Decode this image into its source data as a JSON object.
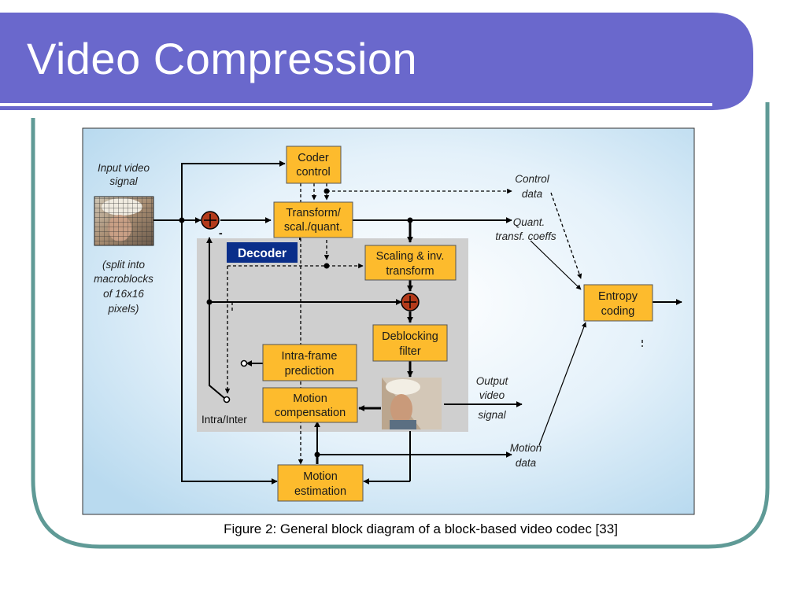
{
  "slide": {
    "title": "Video Compression",
    "caption": "Figure 2: General block diagram of a block-based video codec [33]",
    "colors": {
      "title_bar": "#6a68cc",
      "frame_border": "#5f9a96",
      "block_fill": "#fdbb2d",
      "decoder_label_bg": "#0a2e8a",
      "diagram_bg": "#d6ecf7"
    }
  },
  "diagram": {
    "input_label": [
      "Input video",
      "signal"
    ],
    "split_label": [
      "(split into",
      "macroblocks",
      "of 16x16",
      "pixels)"
    ],
    "decoder_label": "Decoder",
    "minus_sign": "-",
    "intra_inter_label": "Intra/Inter",
    "blocks": {
      "coder_control": [
        "Coder",
        "control"
      ],
      "transform": [
        "Transform/",
        "scal./quant."
      ],
      "scaling_inv": [
        "Scaling & inv.",
        "transform"
      ],
      "entropy": [
        "Entropy",
        "coding"
      ],
      "deblocking": [
        "Deblocking",
        "filter"
      ],
      "intra_pred": [
        "Intra-frame",
        "prediction"
      ],
      "motion_comp": [
        "Motion",
        "compensation"
      ],
      "motion_est": [
        "Motion",
        "estimation"
      ]
    },
    "outputs": {
      "control_data": [
        "Control",
        "data"
      ],
      "quant_coeffs": [
        "Quant.",
        "transf. coeffs"
      ],
      "output_video": [
        "Output",
        "video",
        "signal"
      ],
      "motion_data": [
        "Motion",
        "data"
      ]
    }
  }
}
